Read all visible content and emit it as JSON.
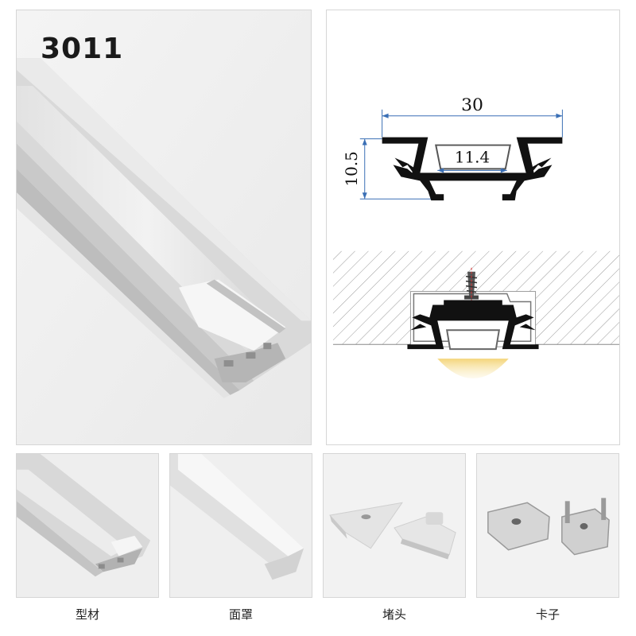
{
  "main": {
    "model_code": "3011"
  },
  "diagram": {
    "width_label": "30",
    "height_label": "10.5",
    "inner_width_label": "11.4"
  },
  "thumbnails": [
    {
      "caption": "型材"
    },
    {
      "caption": "面罩"
    },
    {
      "caption": "堵头"
    },
    {
      "caption": "卡子"
    }
  ],
  "colors": {
    "profile_black": "#111111",
    "dimension_blue": "#3a6fb5",
    "led_glow": "#f6dd8a",
    "aluminum": "#dcdcdc"
  }
}
